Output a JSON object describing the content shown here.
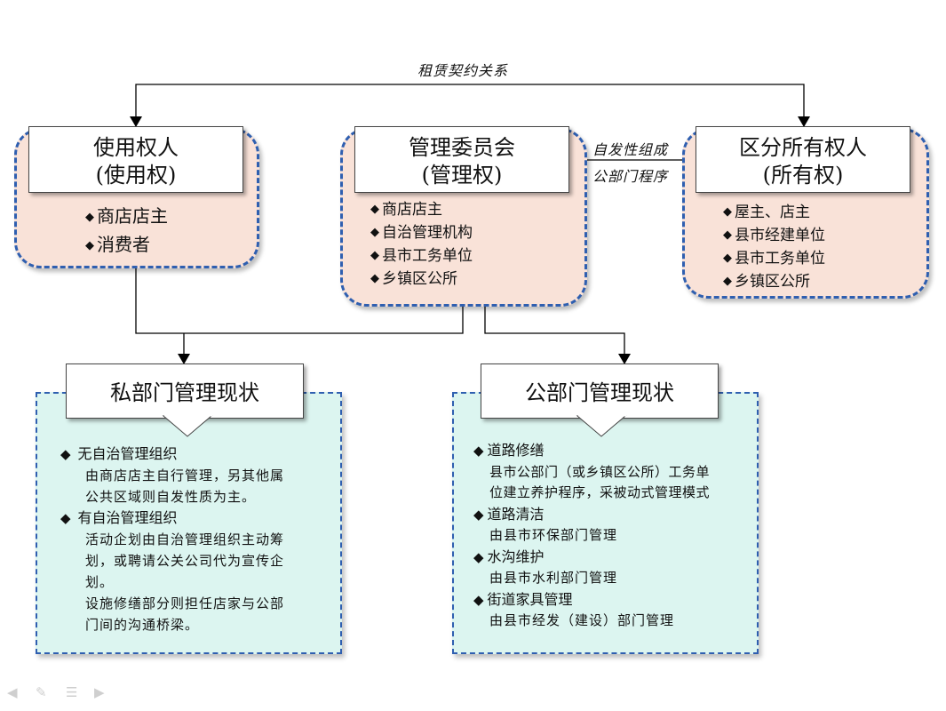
{
  "diagram": {
    "top_relation_label": "租赁契约关系",
    "side_relation_label": [
      "自发性组成",
      "公部门程序"
    ],
    "nodes": {
      "user": {
        "title": [
          "使用权人",
          "(使用权)"
        ],
        "items": [
          "商店店主",
          "消费者"
        ]
      },
      "committee": {
        "title": [
          "管理委员会",
          "(管理权)"
        ],
        "items": [
          "商店店主",
          "自治管理机构",
          "县市工务单位",
          "乡镇区公所"
        ]
      },
      "owner": {
        "title": [
          "区分所有权人",
          "(所有权)"
        ],
        "items": [
          "屋主、店主",
          "县市经建单位",
          "县市工务单位",
          "乡镇区公所"
        ]
      }
    },
    "status_panels": {
      "private": {
        "title": "私部门管理现状",
        "sections": [
          {
            "heading": "无自治管理组织",
            "lines": [
              "由商店店主自行管理，另其他属",
              "公共区域则自发性质为主。"
            ]
          },
          {
            "heading": "有自治管理组织",
            "lines": [
              "活动企划由自治管理组织主动筹",
              "划，或聘请公关公司代为宣传企",
              "划。",
              "设施修缮部分则担任店家与公部",
              "门间的沟通桥梁。"
            ]
          }
        ]
      },
      "public": {
        "title": "公部门管理现状",
        "sections": [
          {
            "heading": "道路修缮",
            "lines": [
              "县市公部门（或乡镇区公所）工务单",
              "位建立养护程序，采被动式管理模式"
            ]
          },
          {
            "heading": "道路清洁",
            "lines": [
              "由县市环保部门管理"
            ]
          },
          {
            "heading": "水沟维护",
            "lines": [
              "由县市水利部门管理"
            ]
          },
          {
            "heading": "街道家具管理",
            "lines": [
              "由县市经发（建设）部门管理"
            ]
          }
        ]
      }
    },
    "bullet_glyph": "◆"
  }
}
